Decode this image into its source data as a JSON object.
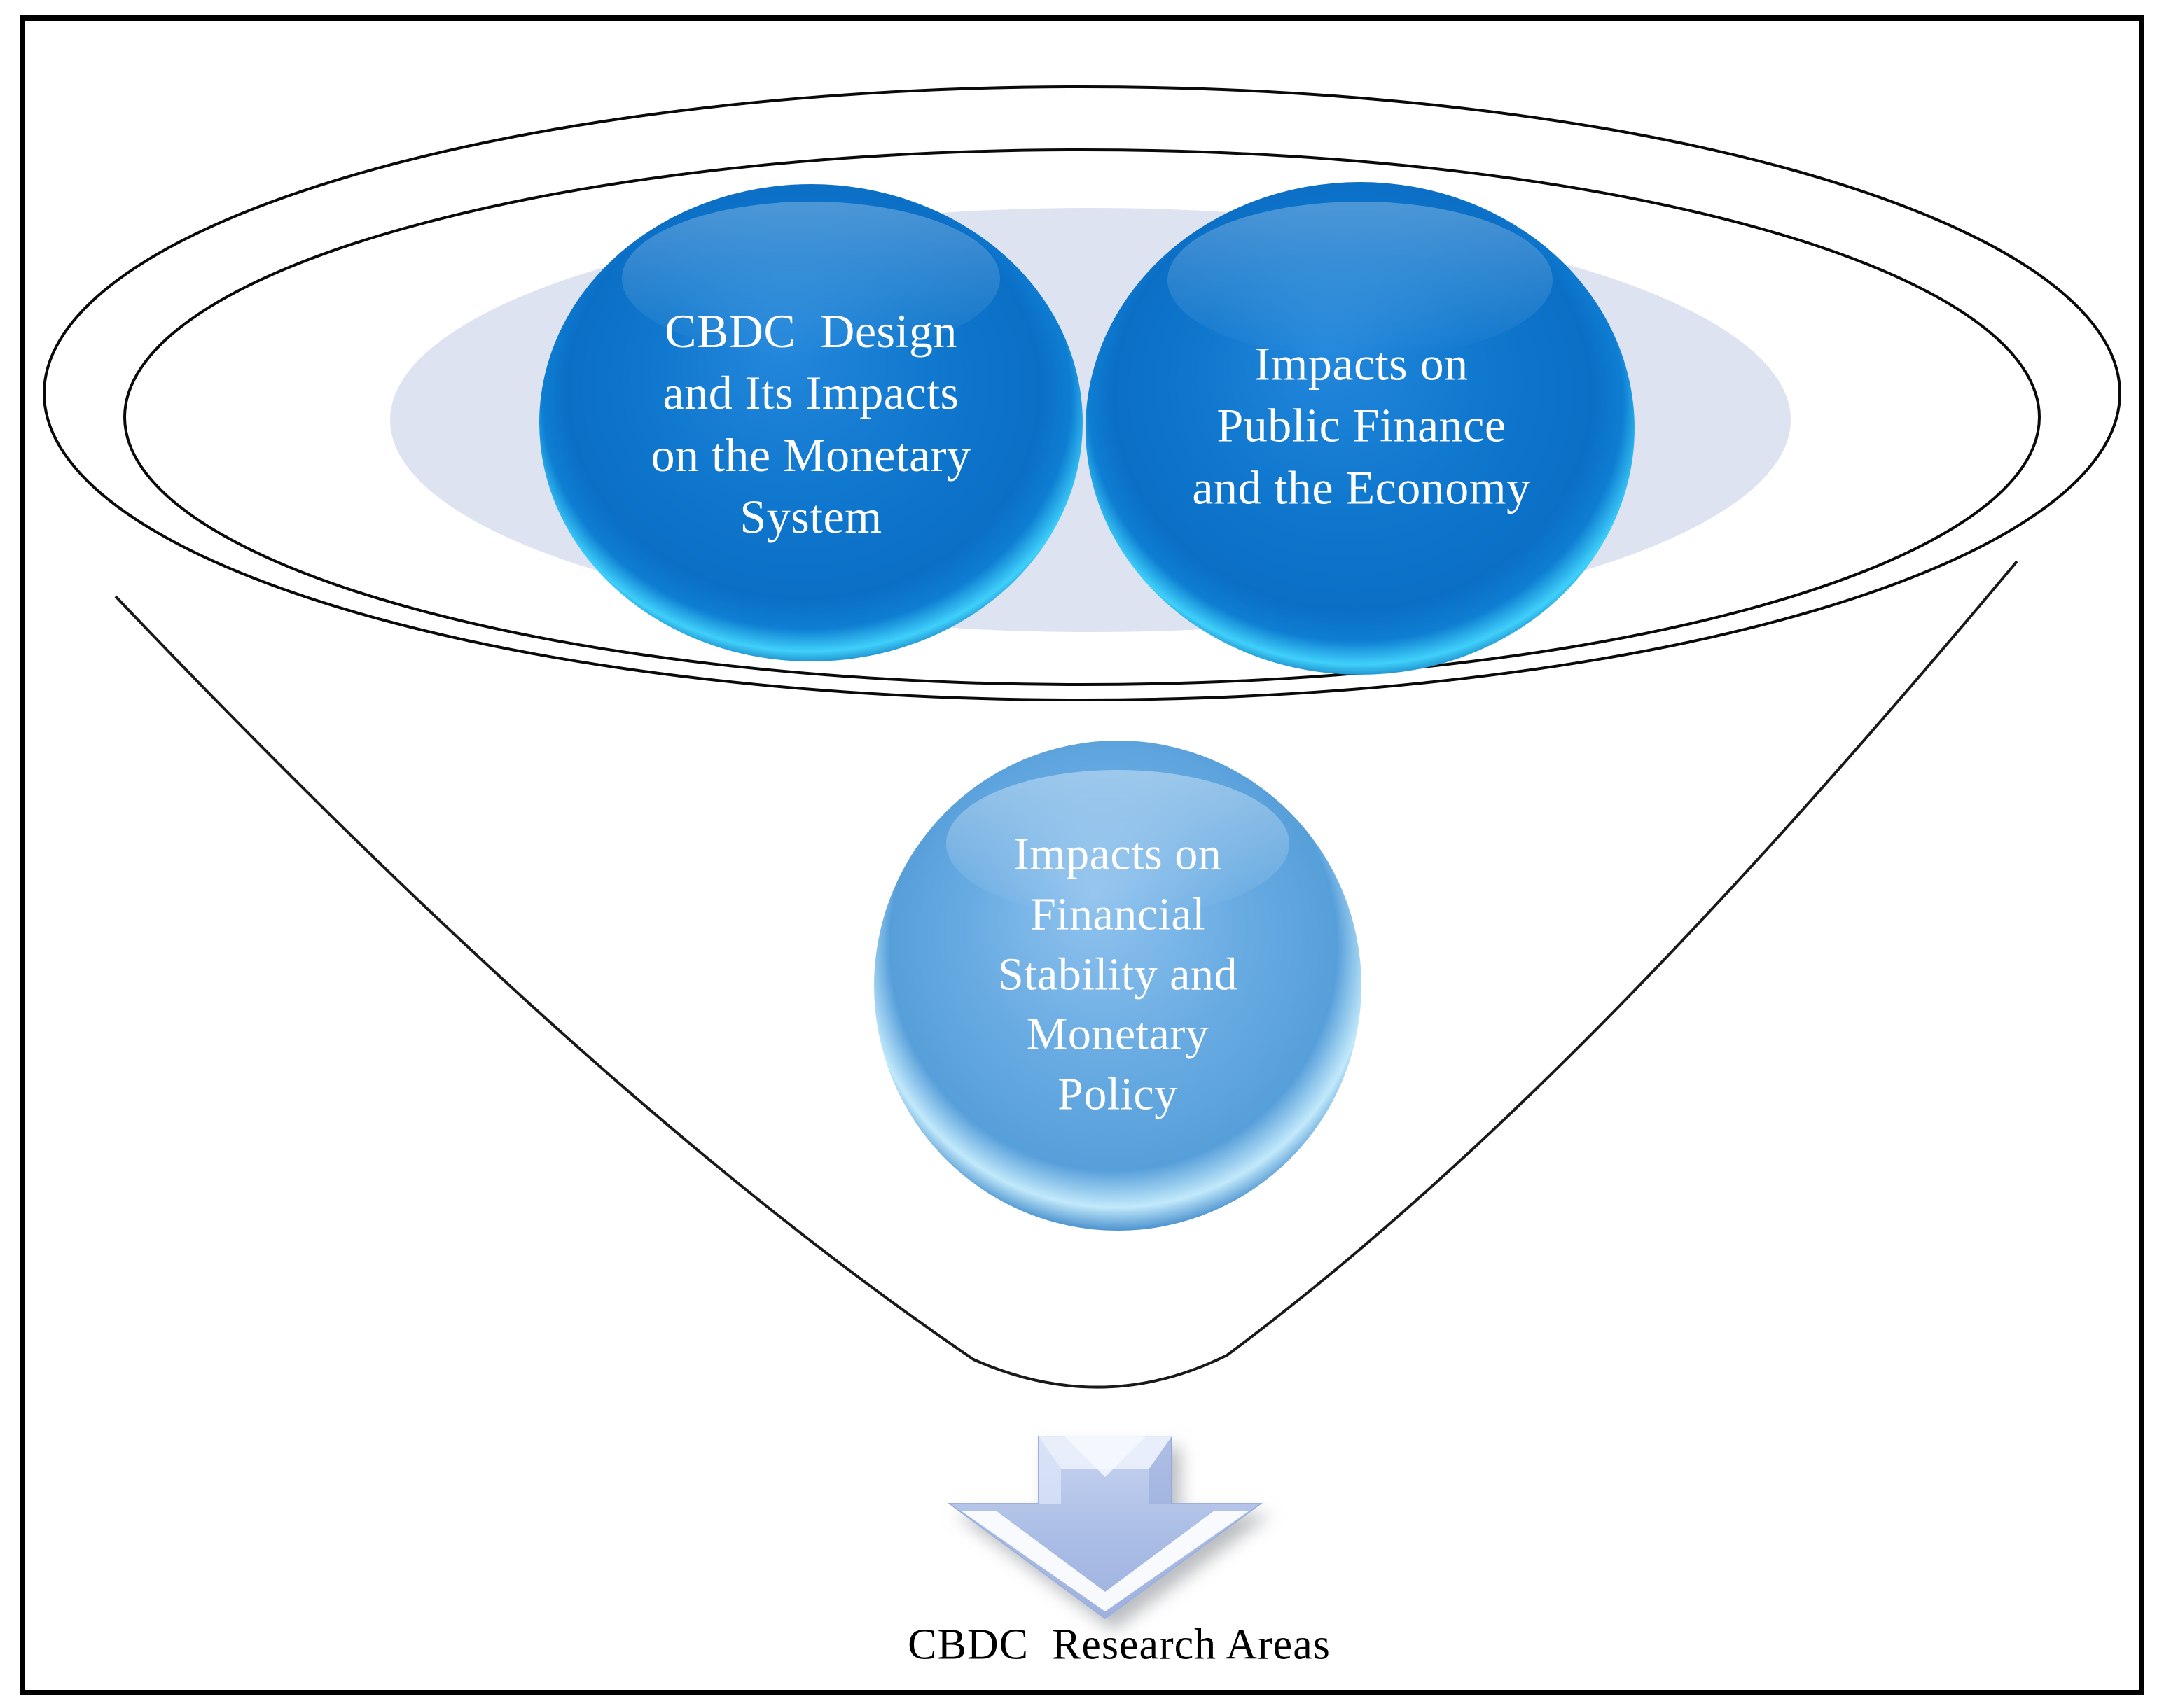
{
  "figure": {
    "caption": "CBDC  Research Areas",
    "bubbles": [
      {
        "id": "cbdc-design",
        "label": "CBDC  Design\nand Its Impacts\non the Monetary\nSystem",
        "tone": "dark-blue"
      },
      {
        "id": "public-finance",
        "label": "Impacts on\nPublic Finance\nand the Economy",
        "tone": "dark-blue"
      },
      {
        "id": "financial-stability",
        "label": "Impacts on\nFinancial\nStability and\nMonetary\nPolicy",
        "tone": "light-blue"
      }
    ],
    "arrow_icon": "down-arrow",
    "colors": {
      "dark_bubble": "#0d72c8",
      "dark_bubble_highlight": "#2488dc",
      "rim_glow": "#3fd0fa",
      "light_bubble": "#5fa7e0",
      "light_bubble_highlight": "#91c3ee",
      "background_ellipse": "#dee3f2",
      "arrow_fill": "#aabde5",
      "outline": "#000000"
    }
  }
}
